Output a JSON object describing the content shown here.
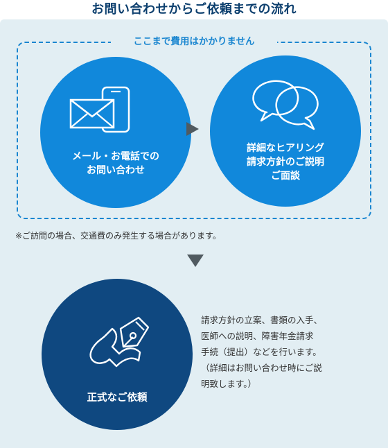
{
  "title": "お問い合わせからご依頼までの流れ",
  "free_label": "ここまで費用はかかりません",
  "steps": [
    {
      "label_lines": [
        "メール・お電話での",
        "お問い合わせ"
      ],
      "icon": "mail-phone-icon"
    },
    {
      "label_lines": [
        "詳細なヒアリング",
        "請求方針のご説明",
        "ご面談"
      ],
      "icon": "chat-bubbles-icon"
    },
    {
      "label_lines": [
        "正式なご依頼"
      ],
      "icon": "pen-nib-icon"
    }
  ],
  "note": "※ご訪問の場合、交通費のみ発生する場合があります。",
  "description_lines": [
    "請求方針の立案、書類の入手、",
    "医師への説明、障害年金請求",
    "手続（提出）などを行います。",
    "（詳細はお問い合わせ時にご説",
    "明致します。）"
  ],
  "colors": {
    "accent": "#1188db",
    "dark": "#0f4880",
    "panel_bg": "#e2eef3",
    "arrow": "#505a60"
  }
}
